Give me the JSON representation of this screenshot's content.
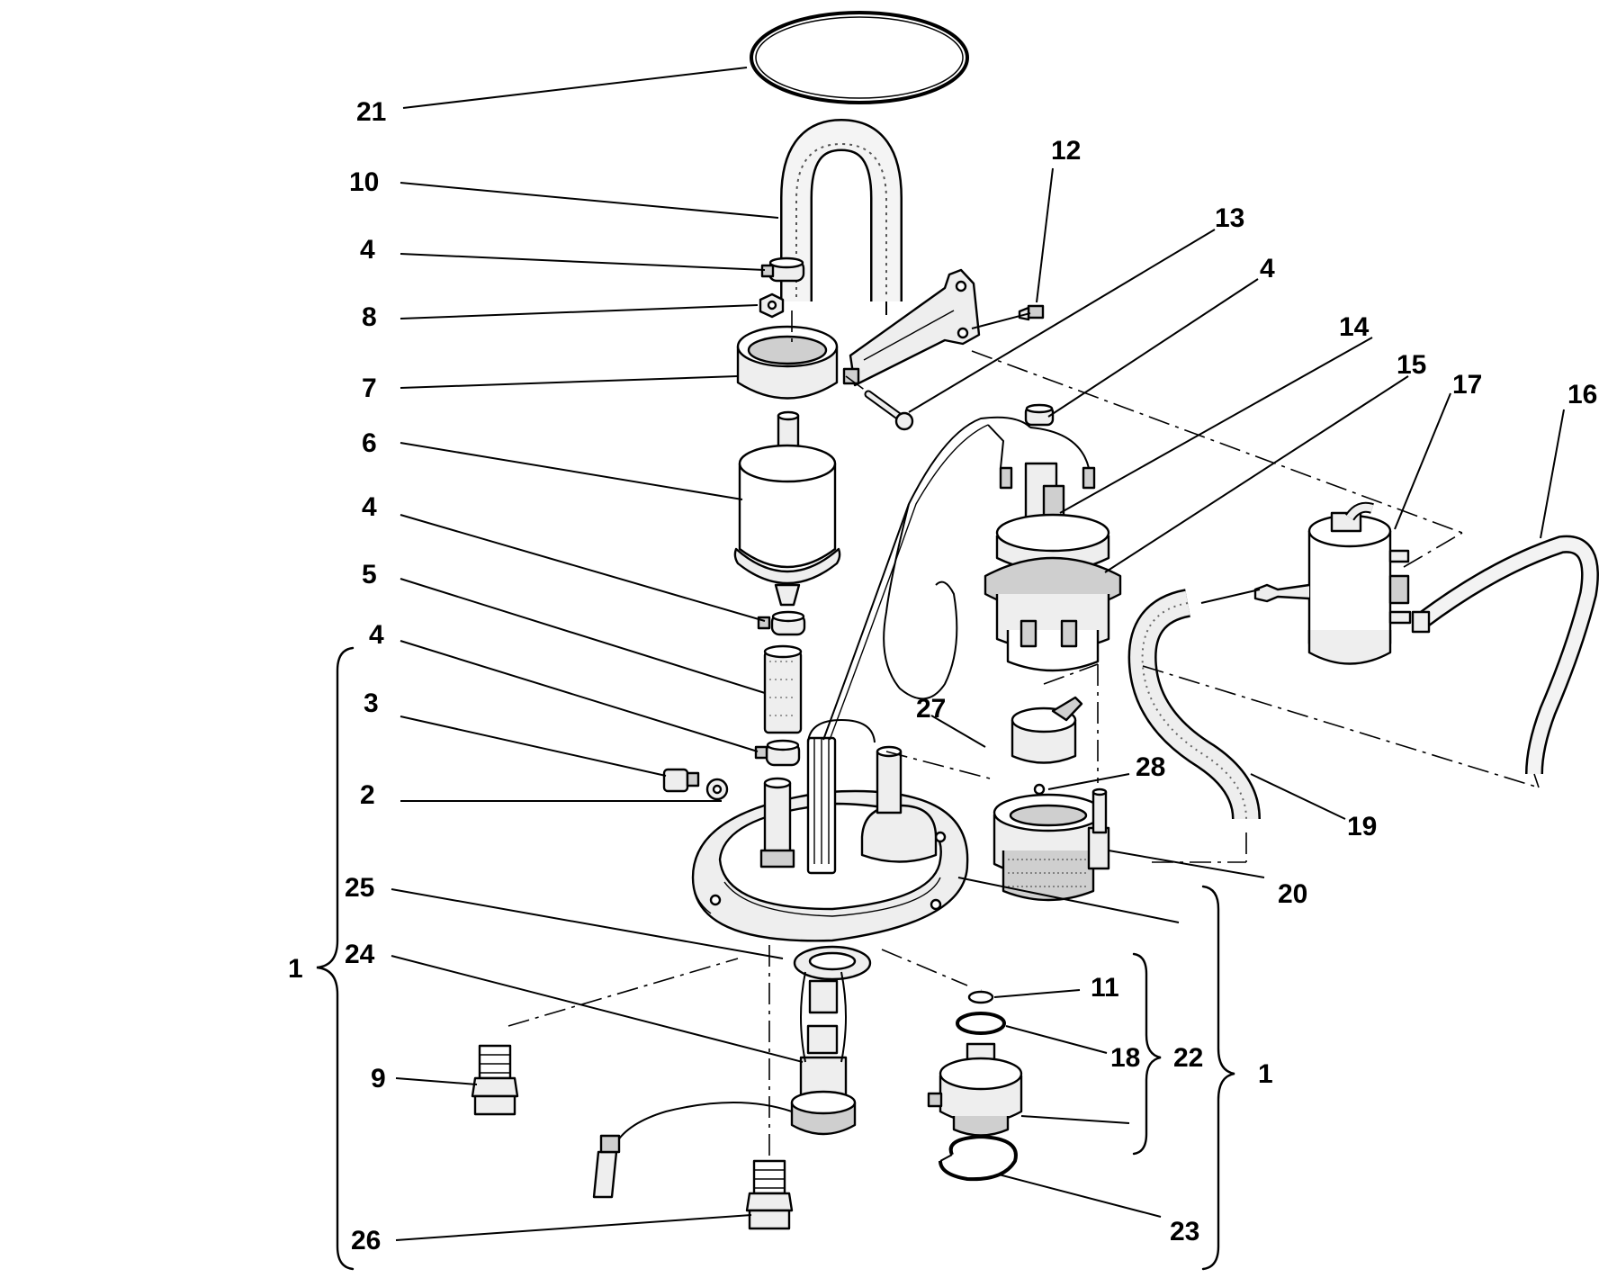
{
  "diagram": {
    "callouts": {
      "c1_left": "1",
      "c1_right": "1",
      "c2": "2",
      "c3": "3",
      "c4_a": "4",
      "c4_b": "4",
      "c4_c": "4",
      "c4_d": "4",
      "c5": "5",
      "c6": "6",
      "c7": "7",
      "c8": "8",
      "c9": "9",
      "c10": "10",
      "c11": "11",
      "c12": "12",
      "c13": "13",
      "c14": "14",
      "c15": "15",
      "c16": "16",
      "c17": "17",
      "c18": "18",
      "c19": "19",
      "c20": "20",
      "c21": "21",
      "c22": "22",
      "c23": "23",
      "c24": "24",
      "c25": "25",
      "c26": "26",
      "c27": "27",
      "c28": "28"
    }
  }
}
